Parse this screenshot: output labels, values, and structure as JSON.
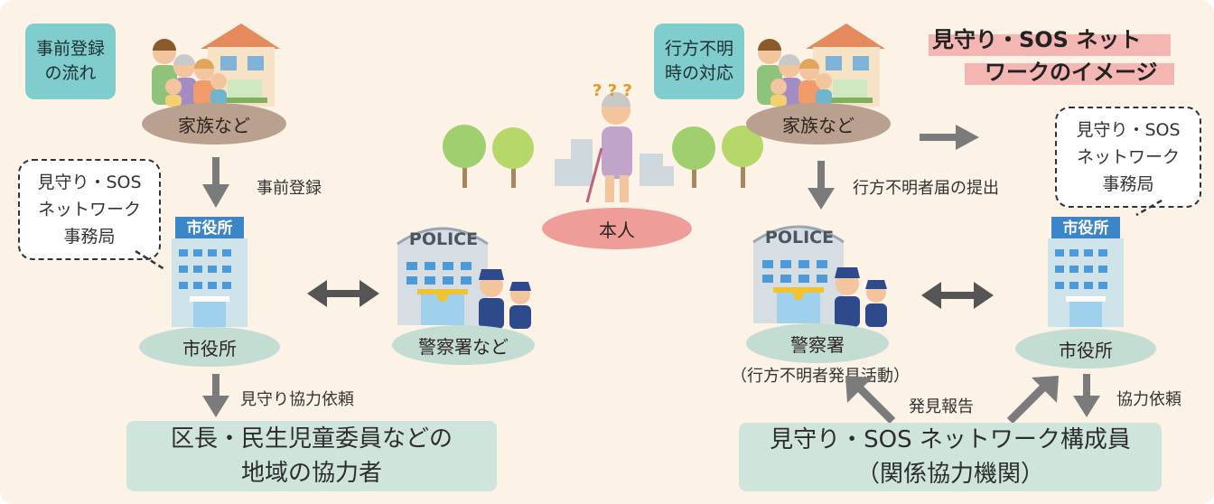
{
  "title": {
    "line1": "見守り・SOS ネット",
    "line2": "ワークのイメージ"
  },
  "left": {
    "badge": "事前登録\nの流れ",
    "family_label": "家族など",
    "step_label": "事前登録",
    "office_sign": "市役所",
    "office_label": "市役所",
    "callout": "見守り・SOS\nネットワーク\n事務局",
    "police_sign": "POLICE",
    "police_label": "警察署など",
    "request_label": "見守り協力依頼",
    "result_box": "区長・民生児童委員などの\n地域の協力者"
  },
  "center": {
    "person_label": "本人",
    "question_marks": "? ? ?"
  },
  "right": {
    "badge": "行方不明\n時の対応",
    "family_label": "家族など",
    "step_label": "行方不明者届の提出",
    "police_sign": "POLICE",
    "police_label": "警察署",
    "police_sub": "（行方不明者発見活動）",
    "callout": "見守り・SOS\nネットワーク\n事務局",
    "office_sign": "市役所",
    "office_label": "市役所",
    "report_label": "発見報告",
    "request_label": "協力依頼",
    "result_box": "見守り・SOS ネットワーク構成員\n（関係協力機関）"
  },
  "colors": {
    "teal": "#7fcdcc",
    "brown": "#b9a08f",
    "green": "#c3ddd3",
    "pink": "#ee9d98",
    "arrow": "#7b7b7b",
    "background": "#fcf2e6"
  }
}
